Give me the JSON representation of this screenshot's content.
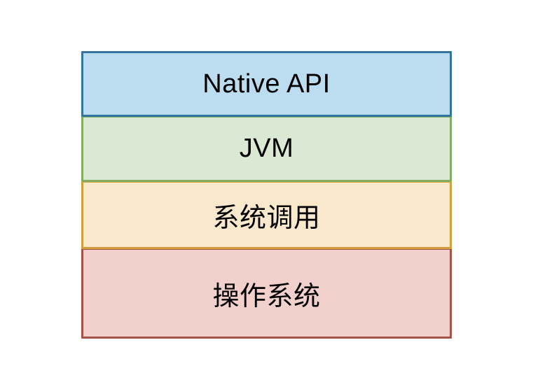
{
  "diagram": {
    "type": "layered-stack",
    "background": "#ffffff",
    "text_color": "#000000",
    "layers": [
      {
        "id": "native-api",
        "label": "Native API",
        "fill": "#bcdcef",
        "stroke": "#35749e"
      },
      {
        "id": "jvm",
        "label": "JVM",
        "fill": "#dbe8d4",
        "stroke": "#84ad63"
      },
      {
        "id": "system-call",
        "label": "系统调用",
        "fill": "#fae8cc",
        "stroke": "#d2a03c"
      },
      {
        "id": "operating-system",
        "label": "操作系统",
        "fill": "#f2d1cd",
        "stroke": "#a6524c"
      }
    ]
  }
}
